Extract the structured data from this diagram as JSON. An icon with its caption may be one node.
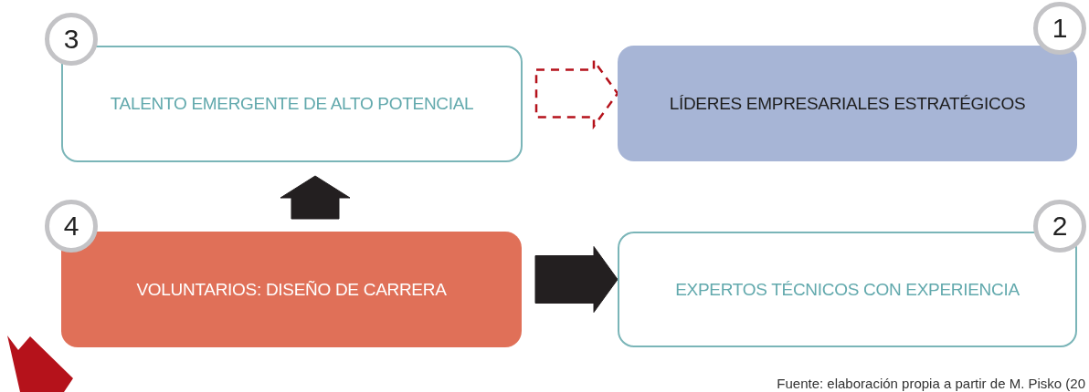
{
  "diagram": {
    "nodes": [
      {
        "text": [
          "TALENTO EMERGENTE DE ALTO POTENCIAL"
        ]
      },
      {
        "text": [
          "3"
        ]
      },
      {
        "text": [
          "LÍDERES EMPRESARIALES ESTRATÉGICOS"
        ]
      },
      {
        "text": [
          "1"
        ]
      },
      {
        "text": [
          "VOLUNTARIOS: DISEÑO DE CARRERA"
        ]
      },
      {
        "text": [
          "4"
        ]
      },
      {
        "text": [
          "EXPERTOS TÉCNICOS CON EXPERIENCIA"
        ]
      },
      {
        "text": [
          "2"
        ]
      }
    ],
    "edges": [
      {
        "from": 0,
        "to": 2,
        "arrow": "to",
        "style": "dashed",
        "color": "#b5121b"
      },
      {
        "from": 4,
        "to": 0,
        "arrow": "to",
        "style": "thick"
      },
      {
        "from": 4,
        "to": 6,
        "arrow": "to",
        "style": "thick"
      }
    ],
    "labels": [
      "Fuente: elaboración propia a partir de M. Pisko (20"
    ]
  }
}
